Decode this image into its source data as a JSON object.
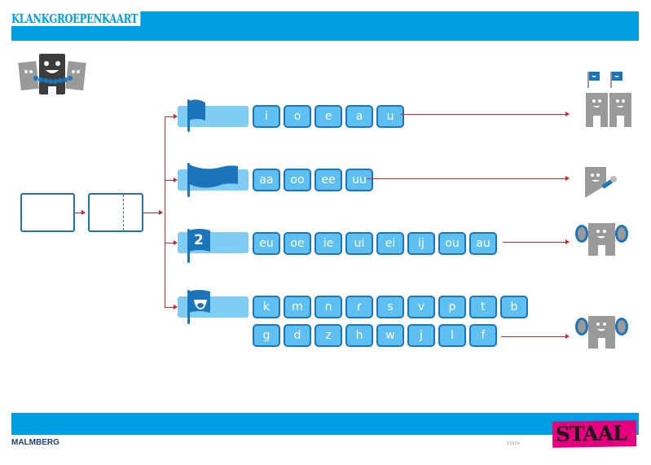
{
  "header": {
    "title": "KLANKGROEPENKAART"
  },
  "footer": {
    "publisher": "MALMBERG",
    "publisher_accent_letter": "M",
    "product_logo": "STAAL",
    "code": "15934"
  },
  "colors": {
    "brand_blue": "#009fe3",
    "dark_blue": "#1b75bb",
    "key_blue": "#5ec0f0",
    "bar_blue": "#7fcdf4",
    "arrow_red": "#d2232a",
    "staal_pink": "#e6007e"
  },
  "icons": {
    "mascot": "mascot-group-icon",
    "word_card": "word-card-icon",
    "split_card": "split-card-icon",
    "row_flags": [
      "short-vowel-flag-icon",
      "long-vowel-flag-icon",
      "two-letter-flag-2-icon",
      "consonant-mouth-flag-icon"
    ],
    "row_results": [
      "two-characters-with-flags-icon",
      "character-with-pen-icon",
      "character-with-ears-icon",
      "character-with-ears-icon"
    ]
  },
  "rows": [
    {
      "flag_label": "",
      "keys": [
        [
          "i",
          "o",
          "e",
          "a",
          "u"
        ]
      ]
    },
    {
      "flag_label": "",
      "keys": [
        [
          "aa",
          "oo",
          "ee",
          "uu"
        ]
      ]
    },
    {
      "flag_label": "2",
      "keys": [
        [
          "eu",
          "oe",
          "ie",
          "ui",
          "ei",
          "ij",
          "ou",
          "au"
        ]
      ]
    },
    {
      "flag_label": "",
      "keys": [
        [
          "k",
          "m",
          "n",
          "r",
          "s",
          "v",
          "p",
          "t",
          "b"
        ],
        [
          "g",
          "d",
          "z",
          "h",
          "w",
          "j",
          "l",
          "f"
        ]
      ]
    }
  ]
}
